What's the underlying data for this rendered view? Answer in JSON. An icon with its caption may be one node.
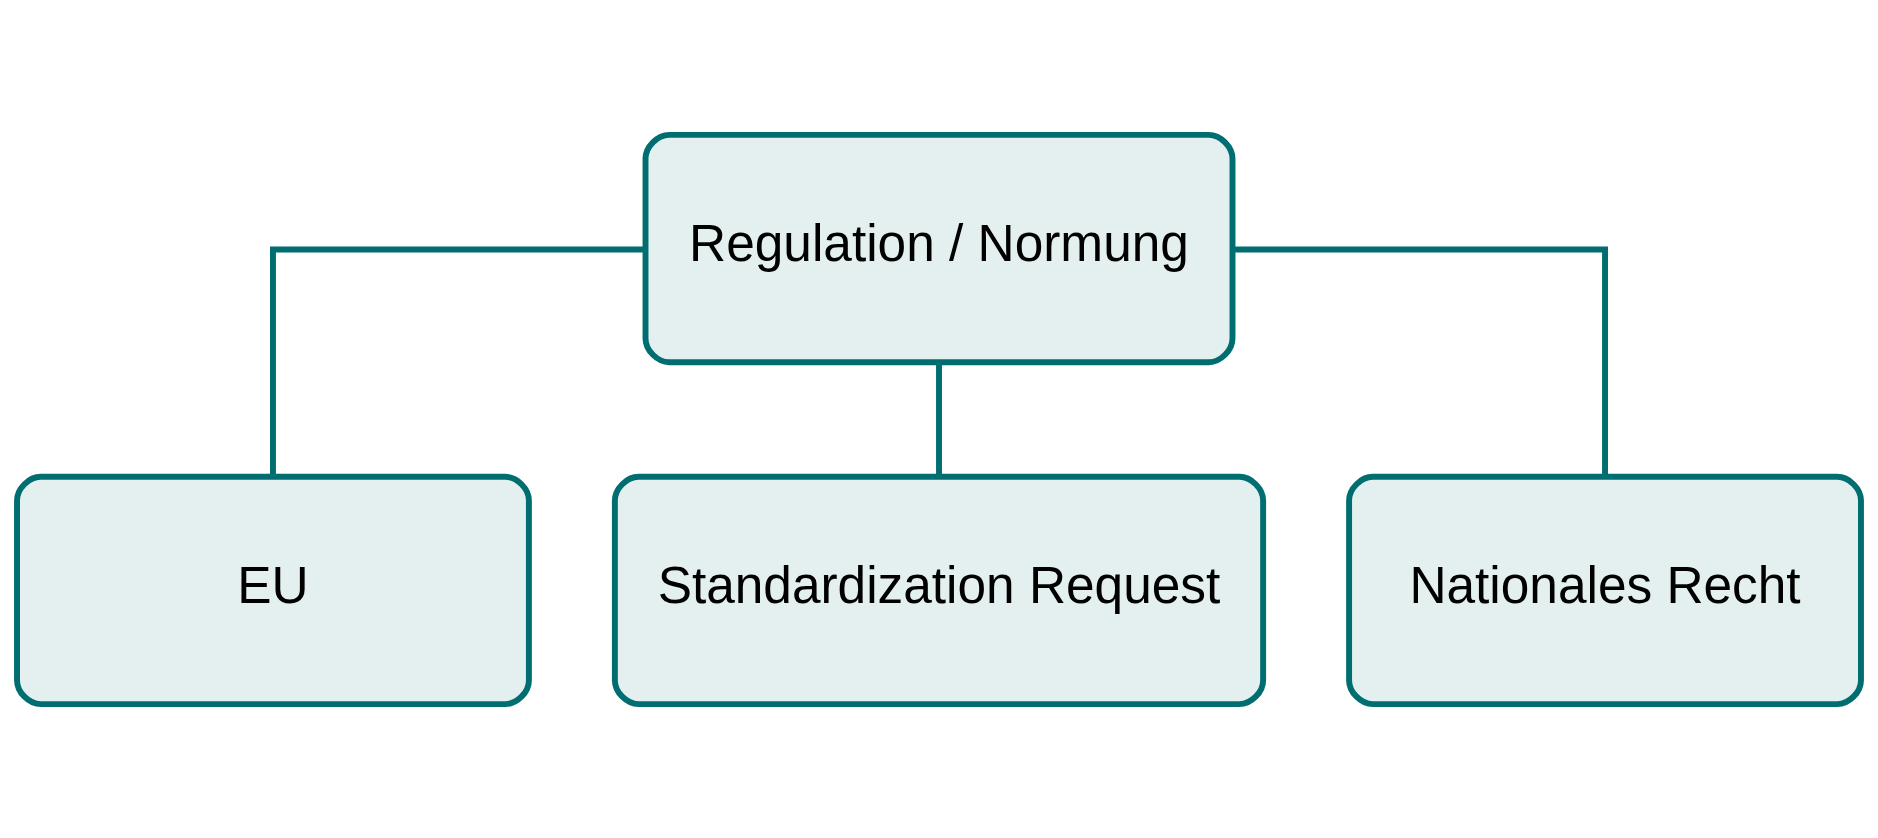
{
  "diagram": {
    "nodes": [
      {
        "text": [
          "Regulation / Normung"
        ]
      },
      {
        "text": [
          "EU"
        ]
      },
      {
        "text": [
          "Standardization Request"
        ]
      },
      {
        "text": [
          "Nationales Recht"
        ]
      }
    ],
    "edges": [
      {
        "from": 0,
        "to": 1,
        "arrow": "none"
      },
      {
        "from": 0,
        "to": 2,
        "arrow": "none"
      },
      {
        "from": 0,
        "to": 3,
        "arrow": "none"
      }
    ]
  }
}
